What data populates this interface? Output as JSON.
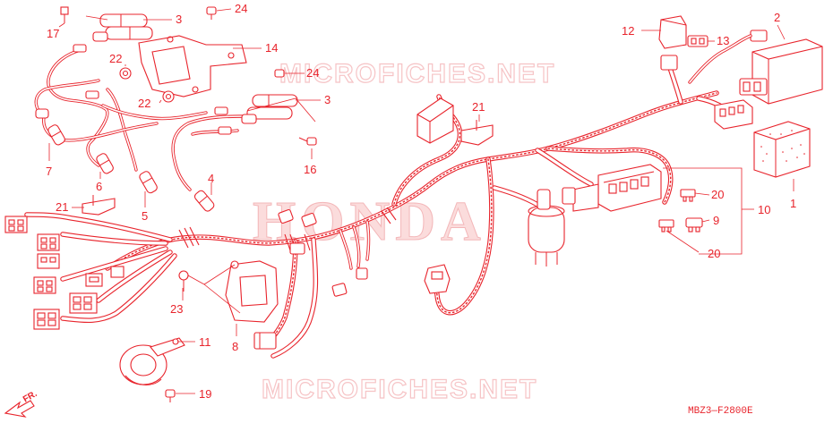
{
  "watermarks": {
    "top": "MICROFICHES.NET",
    "bottom": "MICROFICHES.NET",
    "center": "HONDA"
  },
  "diagram_code": "MBZ3—F2800E",
  "direction_label": "FR.",
  "callouts": {
    "c1": "1",
    "c2": "2",
    "c3a": "3",
    "c3b": "3",
    "c4": "4",
    "c5": "5",
    "c6": "6",
    "c7": "7",
    "c8": "8",
    "c9": "9",
    "c10": "10",
    "c11": "11",
    "c12": "12",
    "c13": "13",
    "c14": "14",
    "c16": "16",
    "c17": "17",
    "c19": "19",
    "c20a": "20",
    "c20b": "20",
    "c21a": "21",
    "c21b": "21",
    "c22a": "22",
    "c22b": "22",
    "c23": "23",
    "c24a": "24",
    "c24b": "24"
  },
  "colors": {
    "line": "#e8242c",
    "watermark": "#f6c4c6",
    "background": "#ffffff"
  }
}
